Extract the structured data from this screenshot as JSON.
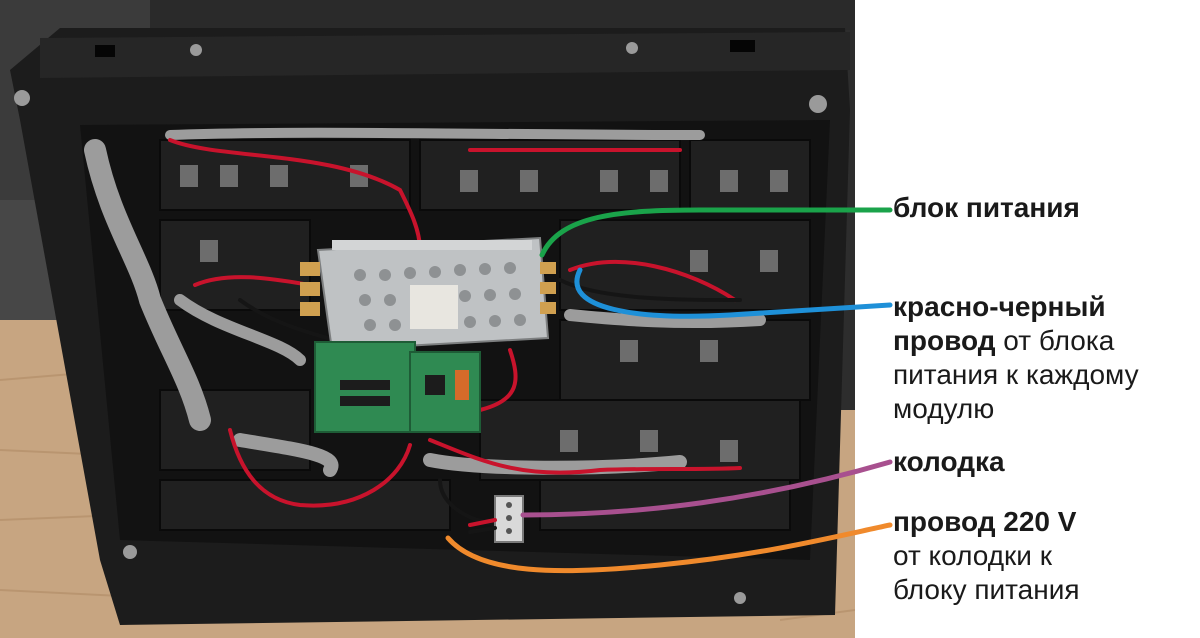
{
  "labels": {
    "power_supply": {
      "bold": "блок питания",
      "rest": ""
    },
    "red_black_wire": {
      "bold_line1": "красно-черный",
      "bold_line2": "провод",
      "rest_line2": " от блока",
      "line3": "питания к каждому",
      "line4": "модулю"
    },
    "terminal_block": {
      "bold": "колодка",
      "rest": ""
    },
    "wire_220v": {
      "bold": "провод 220 V",
      "line2": "от колодки к",
      "line3": "блоку питания"
    }
  },
  "colors": {
    "power_supply_line": "#1aa34a",
    "red_black_wire_line": "#1e90d8",
    "terminal_block_line": "#a8508f",
    "wire_220v_line": "#f08a2c"
  }
}
